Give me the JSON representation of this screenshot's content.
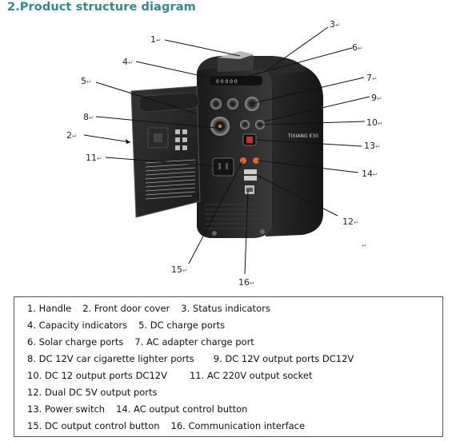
{
  "heading": "2.Product structure diagram",
  "device": {
    "brand_label": "TIXIANG E30",
    "indicator_text": "0 0 0 0 0"
  },
  "callouts": [
    {
      "number": "1",
      "mark": "↵"
    },
    {
      "number": "2",
      "mark": "↵"
    },
    {
      "number": "3",
      "mark": "↵"
    },
    {
      "number": "4",
      "mark": "↵"
    },
    {
      "number": "5",
      "mark": "↵"
    },
    {
      "number": "6",
      "mark": "↵"
    },
    {
      "number": "7",
      "mark": "↵"
    },
    {
      "number": "8",
      "mark": "↵"
    },
    {
      "number": "9",
      "mark": "↵"
    },
    {
      "number": "10",
      "mark": "↵"
    },
    {
      "number": "11",
      "mark": "↵"
    },
    {
      "number": "12",
      "mark": "↵"
    },
    {
      "number": "13",
      "mark": "↵"
    },
    {
      "number": "14",
      "mark": "↵"
    },
    {
      "number": "15",
      "mark": "↵"
    },
    {
      "number": "16",
      "mark": "↵"
    }
  ],
  "stray_mark": "↵",
  "legend": [
    [
      "1. Handle",
      "2. Front door cover",
      "3. Status indicators"
    ],
    [
      "4. Capacity indicators",
      "5. DC charge ports"
    ],
    [
      "6. Solar charge ports",
      "7. AC adapter charge port"
    ],
    [
      "8. DC 12V car cigarette lighter ports",
      "9. DC 12V output ports DC12V"
    ],
    [
      "10. DC 12 output ports DC12V",
      "11. AC 220V output socket"
    ],
    [
      "12. Dual DC 5V output ports"
    ],
    [
      "13. Power switch",
      "14. AC output control button"
    ],
    [
      "15. DC output control button",
      "16. Communication interface"
    ]
  ]
}
